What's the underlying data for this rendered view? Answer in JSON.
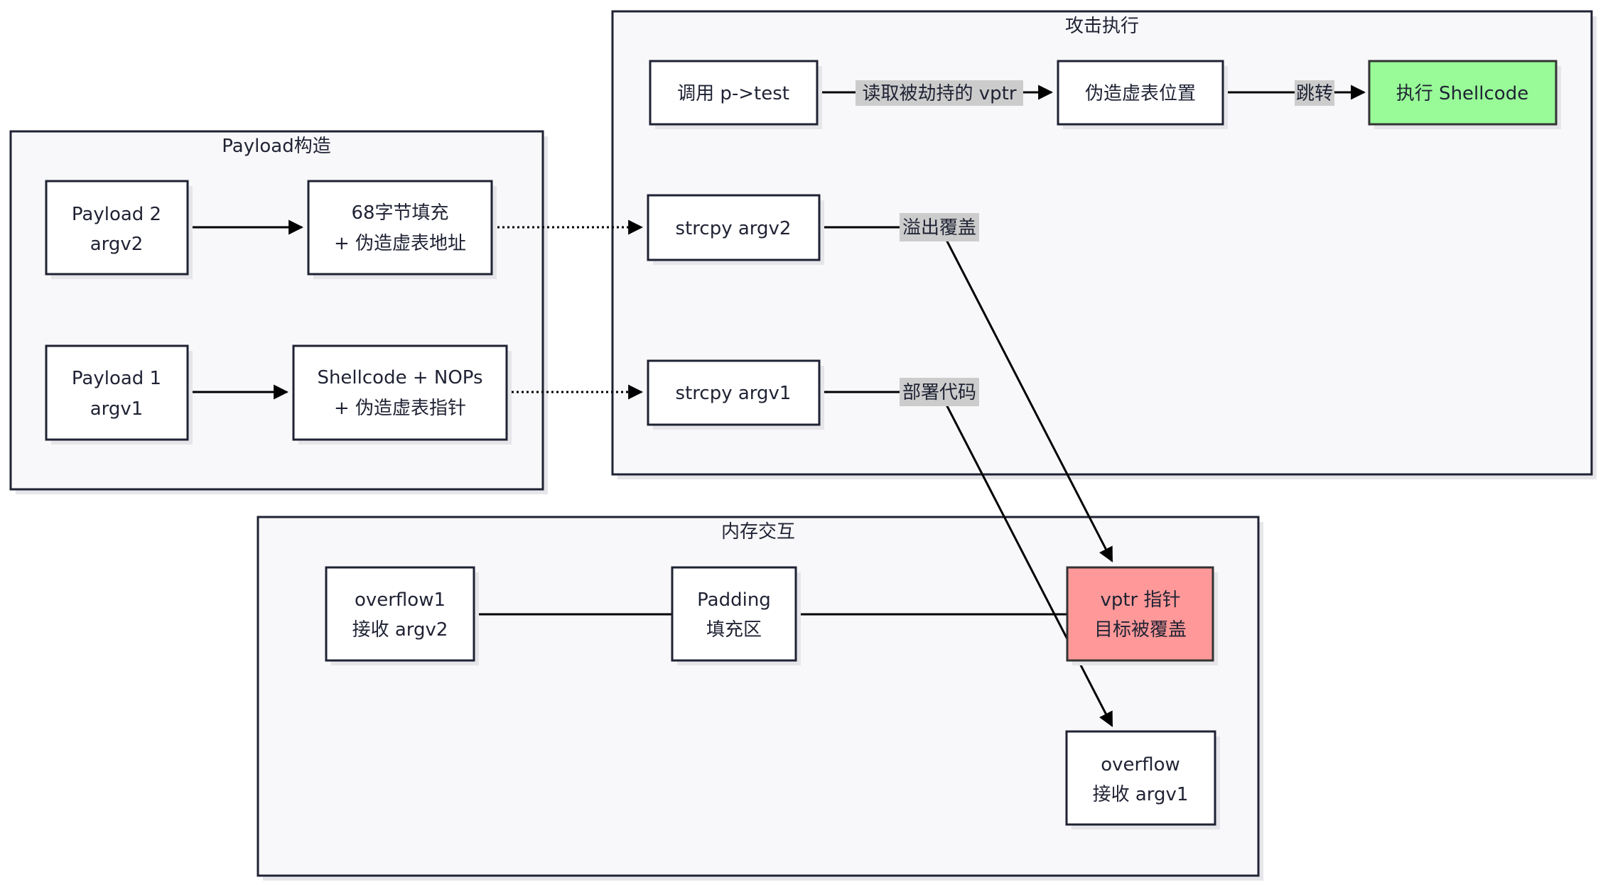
{
  "colors": {
    "group_fill": "#f8f8fa",
    "group_stroke": "#1f2233",
    "node_fill": "#ffffff",
    "node_stroke": "#1f2233",
    "shadow": "#e6e6ea",
    "success_fill": "#98fb98",
    "danger_fill": "#ff9999",
    "edge_label_bg": "#cccccc",
    "edge": "#000000"
  },
  "groups": {
    "payload": {
      "title": "Payload构造"
    },
    "attack": {
      "title": "攻击执行"
    },
    "memory": {
      "title": "内存交互"
    }
  },
  "nodes": {
    "payload2": {
      "lines": [
        "Payload 2",
        "argv2"
      ]
    },
    "fill68": {
      "lines": [
        "68字节填充",
        "+ 伪造虚表地址"
      ]
    },
    "payload1": {
      "lines": [
        "Payload 1",
        "argv1"
      ]
    },
    "shellcode": {
      "lines": [
        "Shellcode + NOPs",
        "+ 伪造虚表指针"
      ]
    },
    "call_test": {
      "lines": [
        "调用 p->test"
      ]
    },
    "fake_vtable": {
      "lines": [
        "伪造虚表位置"
      ]
    },
    "exec_shellcode": {
      "lines": [
        "执行 Shellcode"
      ],
      "style": "success"
    },
    "strcpy2": {
      "lines": [
        "strcpy argv2"
      ]
    },
    "strcpy1": {
      "lines": [
        "strcpy argv1"
      ]
    },
    "overflow1": {
      "lines": [
        "overflow1",
        "接收 argv2"
      ]
    },
    "padding": {
      "lines": [
        "Padding",
        "填充区"
      ]
    },
    "vptr": {
      "lines": [
        "vptr 指针",
        "目标被覆盖"
      ],
      "style": "danger"
    },
    "overflow": {
      "lines": [
        "overflow",
        "接收 argv1"
      ]
    }
  },
  "edges": [
    {
      "from": "payload2",
      "to": "fill68",
      "type": "solid-arrow",
      "label": ""
    },
    {
      "from": "payload1",
      "to": "shellcode",
      "type": "solid-arrow",
      "label": ""
    },
    {
      "from": "fill68",
      "to": "strcpy2",
      "type": "dotted-arrow",
      "label": ""
    },
    {
      "from": "shellcode",
      "to": "strcpy1",
      "type": "dotted-arrow",
      "label": ""
    },
    {
      "from": "call_test",
      "to": "fake_vtable",
      "type": "solid-arrow",
      "label": "读取被劫持的 vptr"
    },
    {
      "from": "fake_vtable",
      "to": "exec_shellcode",
      "type": "solid-arrow",
      "label": "跳转"
    },
    {
      "from": "strcpy2",
      "to": "vptr",
      "type": "solid-arrow",
      "label": "溢出覆盖"
    },
    {
      "from": "strcpy1",
      "to": "overflow",
      "type": "solid-arrow",
      "label": "部署代码"
    },
    {
      "from": "overflow1",
      "to": "padding",
      "type": "line",
      "label": ""
    },
    {
      "from": "padding",
      "to": "vptr",
      "type": "line",
      "label": ""
    }
  ]
}
